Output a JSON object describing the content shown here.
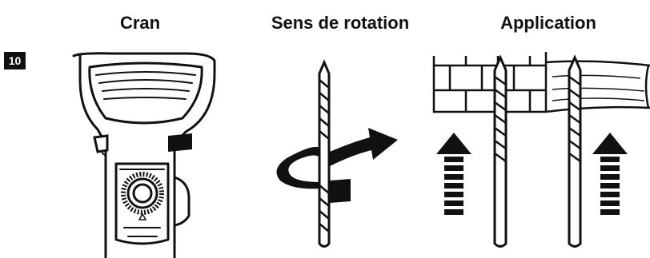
{
  "headers": {
    "cran": "Cran",
    "sens_de_rotation": "Sens de rotation",
    "application": "Application"
  },
  "figure_number": "10",
  "colors": {
    "ink": "#111111",
    "background": "#ffffff"
  },
  "icons": {
    "drill": "drill-handle-icon",
    "rotation": "clockwise-rotation-arrow-icon",
    "wall": "brick-wall-icon",
    "board": "wood-board-icon",
    "push": "push-up-arrow-icon"
  }
}
